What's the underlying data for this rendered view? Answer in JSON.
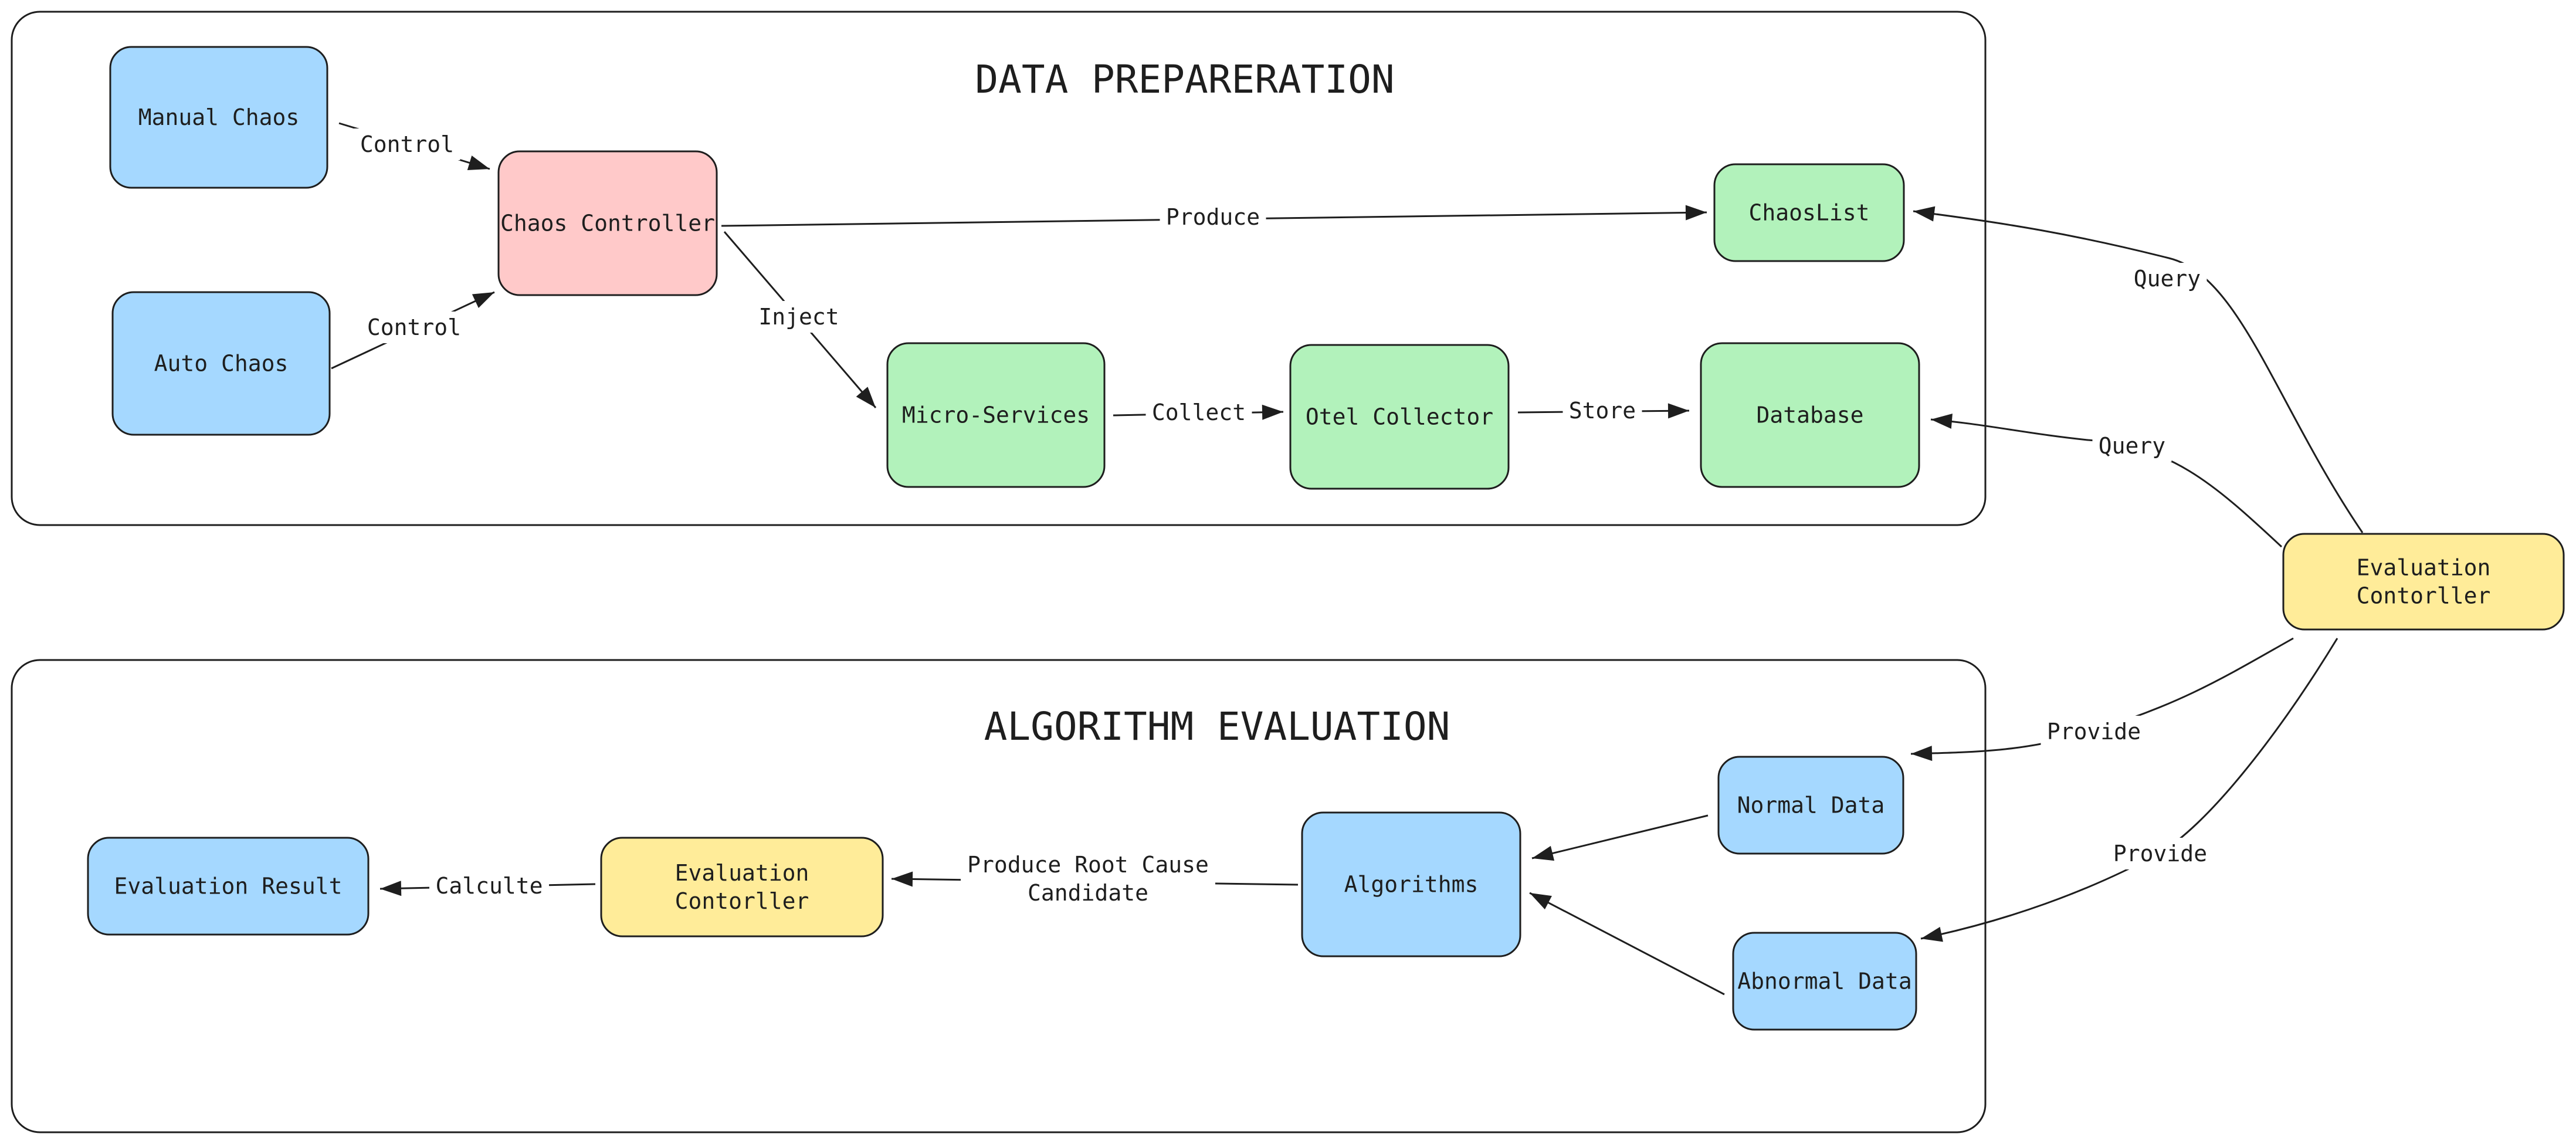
{
  "groups": {
    "data_prep": {
      "title": "DATA PREPARERATION"
    },
    "algo_eval": {
      "title": "ALGORITHM EVALUATION"
    }
  },
  "nodes": {
    "manual_chaos": {
      "lines": [
        "Manual Chaos"
      ],
      "color": "#a5d8ff"
    },
    "auto_chaos": {
      "lines": [
        "Auto Chaos"
      ],
      "color": "#a5d8ff"
    },
    "chaos_controller": {
      "lines": [
        "Chaos Controller"
      ],
      "color": "#ffc9c9"
    },
    "chaoslist": {
      "lines": [
        "ChaosList"
      ],
      "color": "#b2f2bb"
    },
    "micro_services": {
      "lines": [
        "Micro-Services"
      ],
      "color": "#b2f2bb"
    },
    "otel_collector": {
      "lines": [
        "Otel Collector"
      ],
      "color": "#b2f2bb"
    },
    "database": {
      "lines": [
        "Database"
      ],
      "color": "#b2f2bb"
    },
    "eval_controller_main": {
      "lines": [
        "Evaluation",
        "Contorller"
      ],
      "color": "#ffec99"
    },
    "normal_data": {
      "lines": [
        "Normal Data"
      ],
      "color": "#a5d8ff"
    },
    "abnormal_data": {
      "lines": [
        "Abnormal Data"
      ],
      "color": "#a5d8ff"
    },
    "algorithms": {
      "lines": [
        "Algorithms"
      ],
      "color": "#a5d8ff"
    },
    "eval_controller_inner": {
      "lines": [
        "Evaluation",
        "Contorller"
      ],
      "color": "#ffec99"
    },
    "evaluation_result": {
      "lines": [
        "Evaluation Result"
      ],
      "color": "#a5d8ff"
    }
  },
  "edges": {
    "manual_to_controller": {
      "lines": [
        "Control"
      ]
    },
    "auto_to_controller": {
      "lines": [
        "Control"
      ]
    },
    "controller_to_chaoslist": {
      "lines": [
        "Produce"
      ]
    },
    "controller_to_services": {
      "lines": [
        "Inject"
      ]
    },
    "services_to_otel": {
      "lines": [
        "Collect"
      ]
    },
    "otel_to_database": {
      "lines": [
        "Store"
      ]
    },
    "eval_to_chaoslist": {
      "lines": [
        "Query"
      ]
    },
    "eval_to_database": {
      "lines": [
        "Query"
      ]
    },
    "eval_to_normal": {
      "lines": [
        "Provide"
      ]
    },
    "eval_to_abnormal": {
      "lines": [
        "Provide"
      ]
    },
    "normal_to_algorithms": {
      "lines": []
    },
    "abnormal_to_algorithms": {
      "lines": []
    },
    "algorithms_to_eval": {
      "lines": [
        "Produce Root Cause",
        "Candidate"
      ]
    },
    "eval_to_result": {
      "lines": [
        "Calculte"
      ]
    }
  }
}
